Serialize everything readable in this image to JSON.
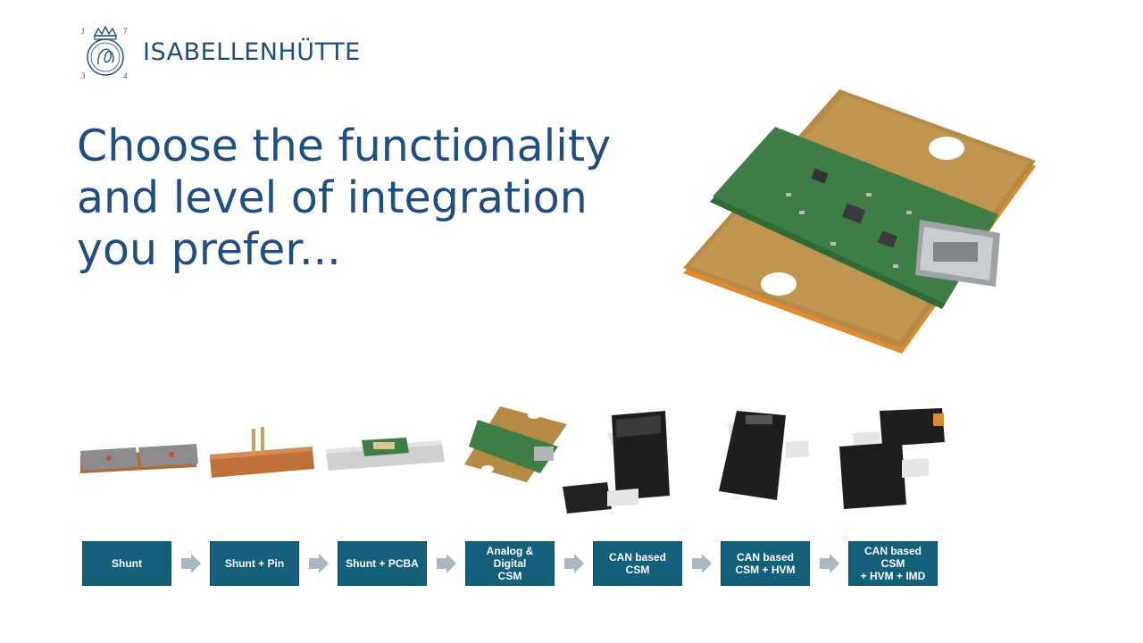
{
  "brand": {
    "name": "ISABELLENHÜTTE",
    "seal_marks": [
      "J",
      "7",
      "3",
      "4"
    ],
    "logo_icon": "crown-monogram-seal-icon",
    "color": "#1f4e85"
  },
  "headline": {
    "lines": [
      "Choose the functionality",
      "and level of integration",
      "you prefer..."
    ]
  },
  "products": [
    {
      "name": "shunt-image"
    },
    {
      "name": "shunt-pin-image"
    },
    {
      "name": "shunt-pcba-image"
    },
    {
      "name": "analog-digital-csm-image"
    },
    {
      "name": "can-csm-image"
    },
    {
      "name": "can-csm-hvm-image"
    },
    {
      "name": "can-csm-hvm-imd-image"
    }
  ],
  "steps": [
    {
      "label": "Shunt"
    },
    {
      "label": "Shunt + Pin"
    },
    {
      "label": "Shunt + PCBA"
    },
    {
      "label": "Analog & Digital\nCSM"
    },
    {
      "label": "CAN based CSM"
    },
    {
      "label": "CAN based\nCSM + HVM"
    },
    {
      "label": "CAN based CSM\n+ HVM + IMD"
    }
  ],
  "colors": {
    "step_fill": "#145f7a",
    "arrow": "#a9b7c1",
    "copper": "#c8894a",
    "pcb_green": "#3e7d45"
  }
}
